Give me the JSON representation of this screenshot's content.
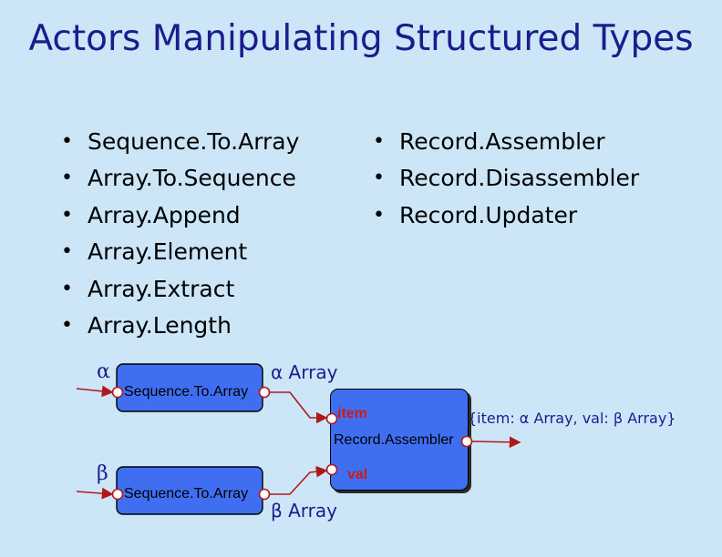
{
  "title": "Actors Manipulating Structured Types",
  "left_list": [
    "Sequence.To.Array",
    "Array.To.Sequence",
    "Array.Append",
    "Array.Element",
    "Array.Extract",
    "Array.Length"
  ],
  "right_list": [
    "Record.Assembler",
    "Record.Disassembler",
    "Record.Updater"
  ],
  "bullet": "•",
  "diagram": {
    "top_input_symbol": "α",
    "bottom_input_symbol": "β",
    "top_actor": "Sequence.To.Array",
    "bottom_actor": "Sequence.To.Array",
    "top_output_type": "α Array",
    "bottom_output_type": "β Array",
    "assembler": "Record.Assembler",
    "port_item": "item",
    "port_val": "val",
    "output_type": "{item: α Array, val: β Array}"
  },
  "colors": {
    "background": "#cce6f8",
    "title": "#1c1c8c",
    "actor_fill": "#3f6ff0",
    "wire": "#b01818",
    "port_label": "#cc1a1a"
  }
}
